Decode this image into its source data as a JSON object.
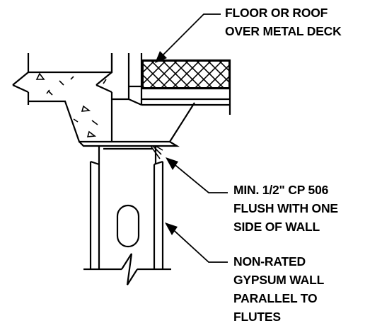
{
  "callouts": {
    "deck": [
      "FLOOR OR ROOF",
      "OVER METAL DECK"
    ],
    "sealant": [
      "MIN. 1/2\" CP 506",
      "FLUSH WITH ONE",
      "SIDE OF WALL"
    ],
    "wall": [
      "NON-RATED",
      "GYPSUM WALL",
      "PARALLEL TO",
      "FLUTES"
    ]
  },
  "colors": {
    "line": "#000000",
    "background": "#ffffff"
  }
}
